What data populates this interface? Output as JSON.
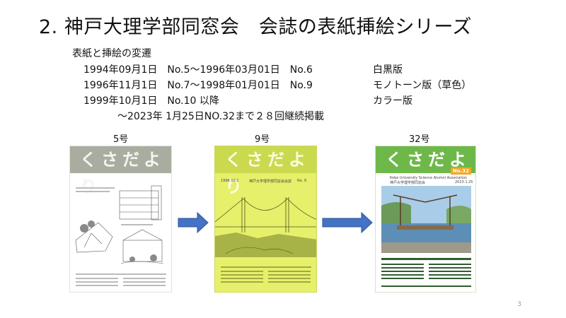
{
  "slide": {
    "title": "2. 神戸大理学部同窓会　会誌の表紙挿絵シリーズ",
    "subheading": "表紙と挿絵の変遷",
    "history": [
      {
        "period": "1994年09月1日　No.5～1996年03月01日　No.6",
        "edition": "白黒版"
      },
      {
        "period": "1996年11月1日　No.7～1998年01月01日　No.9",
        "edition": "モノトーン版（草色）"
      },
      {
        "period": "1999年10月1日　No.10 以降",
        "edition": "カラー版"
      }
    ],
    "continuation": "～2023年 1月25日NO.32まで２８回継続掲載",
    "page_number": "3"
  },
  "covers": [
    {
      "issue_label": "5号",
      "masthead": "くさだより",
      "style": "black-and-white",
      "mast_color": "#a9ad9f"
    },
    {
      "issue_label": "9号",
      "masthead": "くさだより",
      "style": "monotone-green",
      "mast_color": "#cbd94f",
      "header_small": "1998.10.1",
      "header_org": "神戸大学理学部同窓会会誌",
      "header_no": "No. 9"
    },
    {
      "issue_label": "32号",
      "masthead": "くさだより",
      "style": "color",
      "mast_color": "#6eb84a",
      "badge": "No.32",
      "header_en": "Kobe University Science Alumni Association",
      "header_jp": "神戸大学理学部同窓会",
      "date": "2023.1.25"
    }
  ],
  "colors": {
    "arrow": "#4472c4",
    "arrow_border": "#2f5597"
  }
}
